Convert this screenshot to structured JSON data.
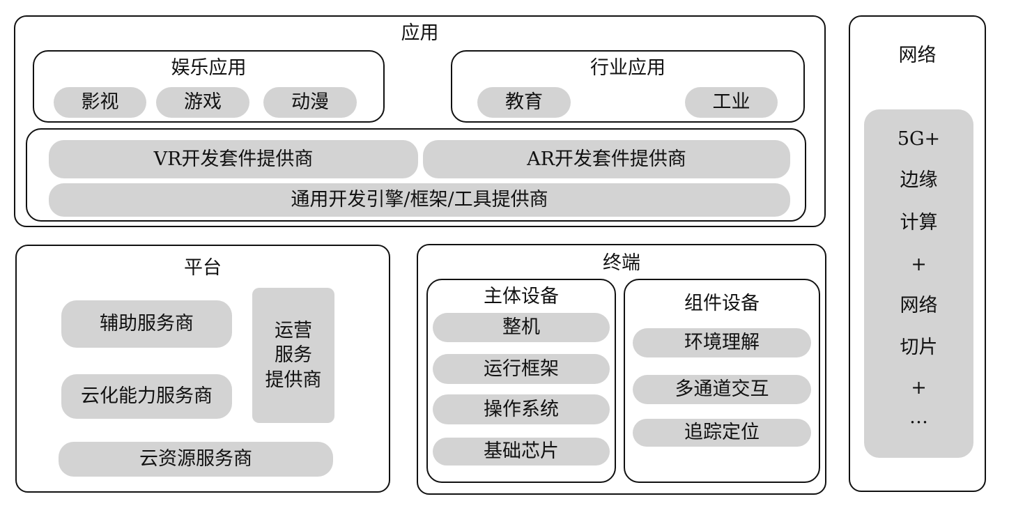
{
  "app": {
    "title": "应用",
    "entertainment": {
      "title": "娱乐应用",
      "items": [
        "影视",
        "游戏",
        "动漫"
      ]
    },
    "industry": {
      "title": "行业应用",
      "items": [
        "教育",
        "工业"
      ]
    },
    "dev": {
      "vr": "VR开发套件提供商",
      "ar": "AR开发套件提供商",
      "general": "通用开发引擎/框架/工具提供商"
    }
  },
  "platform": {
    "title": "平台",
    "assist": "辅助服务商",
    "cloud_ability": "云化能力服务商",
    "cloud_resource": "云资源服务商",
    "ops_lines": [
      "运营",
      "服务",
      "提供商"
    ]
  },
  "terminal": {
    "title": "终端",
    "main": {
      "title": "主体设备",
      "items": [
        "整机",
        "运行框架",
        "操作系统",
        "基础芯片"
      ]
    },
    "component": {
      "title": "组件设备",
      "items": [
        "环境理解",
        "多通道交互",
        "追踪定位"
      ]
    }
  },
  "network": {
    "title": "网络",
    "lines": [
      "5G+",
      "边缘",
      "计算",
      "+",
      "网络",
      "切片",
      "+",
      "…"
    ]
  }
}
